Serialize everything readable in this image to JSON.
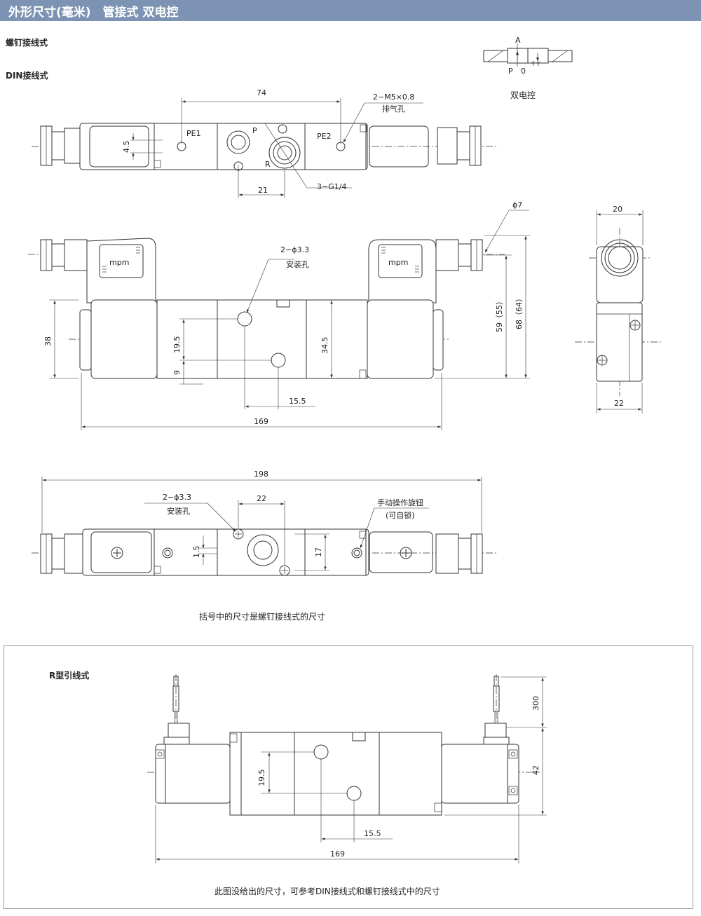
{
  "header": {
    "title": "外形尺寸(毫米)　管接式 双电控"
  },
  "labels": {
    "screw_terminal": "螺钉接线式",
    "din_terminal": "DIN接线式",
    "double_solenoid": "双电控",
    "bracket_note": "括号中的尺寸是螺钉接线式的尺寸",
    "r_type": "R型引线式",
    "r_note": "此图没给出的尺寸，可参考DIN接线式和螺钉接线式中的尺寸"
  },
  "symbol": {
    "port_a": "A",
    "port_p": "P",
    "port_o": "0",
    "port_t": "T   T"
  },
  "top_view": {
    "dim_74": "74",
    "dim_4_5": "4.5",
    "dim_21": "21",
    "pe1": "PE1",
    "pe2": "PE2",
    "p": "P",
    "r": "R",
    "m5": "2−M5×0.8",
    "exhaust": "排气孔",
    "g14": "3−G1/4"
  },
  "front_view": {
    "mpm": "mpm",
    "hole": "2−ϕ3.3",
    "mount_hole": "安装孔",
    "dim_38": "38",
    "dim_19_5": "19.5",
    "dim_9": "9",
    "dim_34_5": "34.5",
    "dim_15_5": "15.5",
    "dim_169": "169",
    "dim_59": "59（55）",
    "dim_68": "68（64）",
    "dim_phi7": "ϕ7"
  },
  "side_view": {
    "dim_20": "20",
    "dim_22": "22"
  },
  "bottom_view": {
    "dim_198": "198",
    "dim_22": "22",
    "hole": "2−ϕ3.3",
    "mount_hole": "安装孔",
    "manual": "手动操作旋钮",
    "lockable": "(可自锁)",
    "dim_1_5": "1.5",
    "dim_17": "17"
  },
  "r_view": {
    "dim_300": "300",
    "dim_42": "42",
    "dim_19_5": "19.5",
    "dim_15_5": "15.5",
    "dim_169": "169"
  }
}
